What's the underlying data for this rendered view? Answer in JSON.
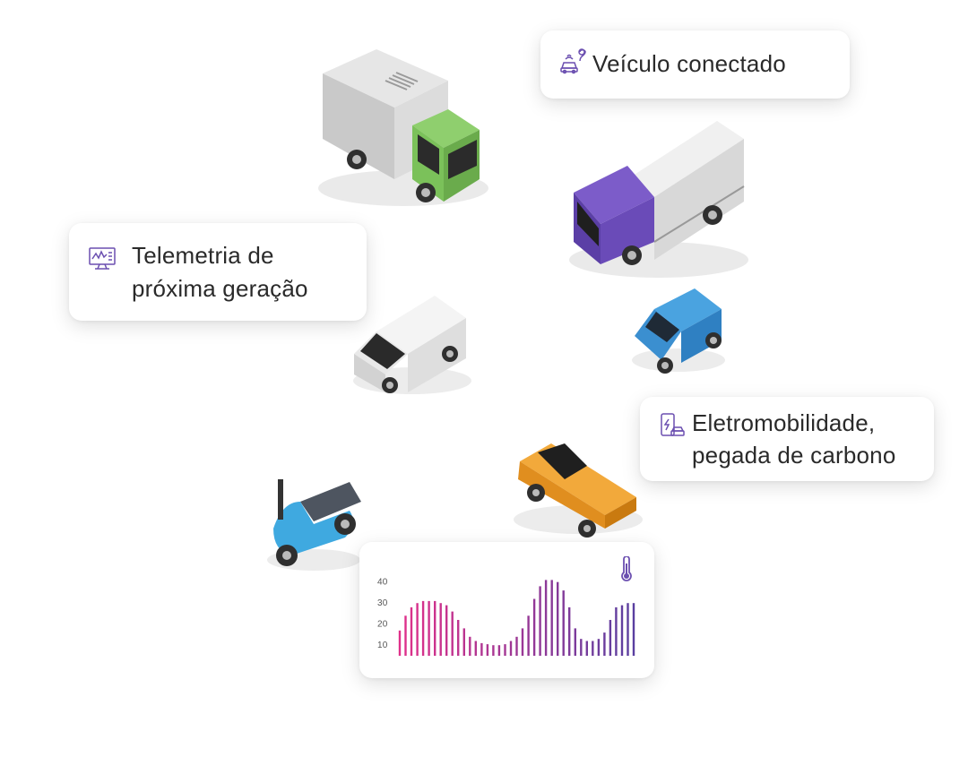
{
  "cards": {
    "connected": {
      "label": "Veículo conectado",
      "icon": "connected-car-icon"
    },
    "telemetry": {
      "line1": "Telemetria de",
      "line2": "próxima geração",
      "icon": "monitor-chart-icon"
    },
    "emobility": {
      "line1": "Eletromobilidade,",
      "line2": "pegada de carbono",
      "icon": "ev-charging-phone-icon"
    }
  },
  "chart_data": {
    "type": "bar",
    "icon": "thermometer-icon",
    "yticks": [
      10,
      20,
      30,
      40
    ],
    "ylim": [
      5,
      42
    ],
    "values": [
      17,
      24,
      28,
      30,
      31,
      31,
      31,
      30,
      29,
      26,
      22,
      18,
      14,
      12,
      11,
      10.5,
      10,
      10,
      10.5,
      12,
      14,
      18,
      24,
      32,
      38,
      41,
      41,
      40,
      36,
      28,
      18,
      13,
      12,
      12,
      13,
      16,
      22,
      28,
      29,
      30,
      30
    ],
    "colors": {
      "start": "#e0308a",
      "end": "#5a3fa0"
    }
  },
  "colors": {
    "accent": "#6b4fb0",
    "text": "#2a2a2a"
  }
}
